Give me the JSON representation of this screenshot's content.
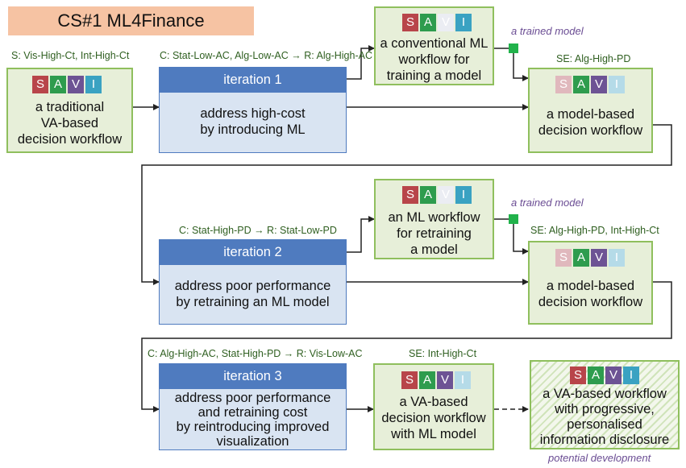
{
  "title": "CS#1 ML4Finance",
  "savi": {
    "s": "S",
    "a": "A",
    "v": "V",
    "i": "I"
  },
  "row1": {
    "cap_left": "S: Vis-High-Ct, Int-High-Ct",
    "cap_iter": "C: Stat-Low-AC, Alg-Low-AC → R: Alg-High-AC",
    "cap_right": "SE: Alg-High-PD",
    "model_label": "a trained model",
    "left_box": [
      "a traditional",
      "VA-based",
      "decision workflow"
    ],
    "iter_head": "iteration 1",
    "iter_body": [
      "address high-cost",
      "by introducing ML"
    ],
    "top_box": [
      "a conventional ML",
      "workflow for",
      "training a model"
    ],
    "right_box": [
      "a model-based",
      "decision workflow"
    ]
  },
  "row2": {
    "cap_iter": "C: Stat-High-PD → R: Stat-Low-PD",
    "cap_right": "SE: Alg-High-PD, Int-High-Ct",
    "model_label": "a trained model",
    "iter_head": "iteration 2",
    "iter_body": [
      "address poor performance",
      "by retraining an ML model"
    ],
    "top_box": [
      "an ML workflow",
      "for retraining",
      "a model"
    ],
    "right_box": [
      "a model-based",
      "decision workflow"
    ]
  },
  "row3": {
    "cap_iter": "C: Alg-High-AC, Stat-High-PD → R: Vis-Low-AC",
    "cap_mid": "SE: Int-High-Ct",
    "iter_head": "iteration 3",
    "iter_body": [
      "address poor performance",
      "and retraining cost",
      "by reintroducing improved",
      "visualization"
    ],
    "mid_box": [
      "a VA-based",
      "decision workflow",
      "with ML model"
    ],
    "right_box": [
      "a VA-based workflow",
      "with progressive,",
      "personalised",
      "information disclosure"
    ],
    "bottom_label": "potential development"
  },
  "colors": {
    "green_border": "#8fbf5d",
    "green_fill": "#e7efd9",
    "blue_head": "#4f7bbf",
    "blue_fill": "#d9e4f2",
    "title_fill": "#f6c3a3",
    "caption": "#2f5f20",
    "italic": "#6a4c93"
  }
}
